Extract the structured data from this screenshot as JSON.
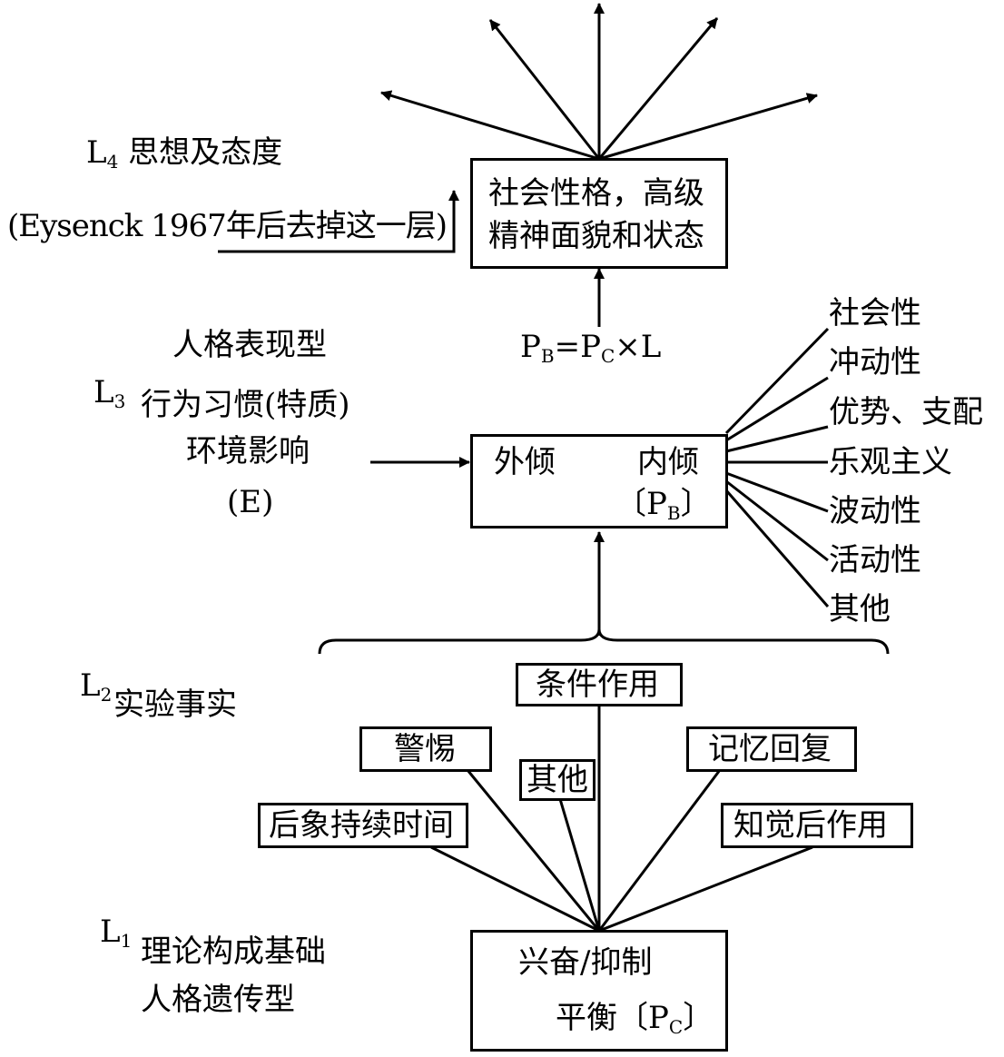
{
  "levels": {
    "l4": {
      "letter": "L",
      "sub": "4",
      "title": "思想及态度",
      "note": "(Eysenck 1967年后去掉这一层)"
    },
    "l3": {
      "letter": "L",
      "sub": "3",
      "line1": "人格表现型",
      "line2": "行为习惯(特质)",
      "line3": "环境影响",
      "line4": "(E)"
    },
    "l2": {
      "letter": "L",
      "sub": "2",
      "title": "实验事实"
    },
    "l1": {
      "letter": "L",
      "sub": "1",
      "line1": "理论构成基础",
      "line2": "人格遗传型"
    }
  },
  "top_box": {
    "line1": "社会性格，高级",
    "line2": "精神面貌和状态"
  },
  "formula": {
    "p1": "P",
    "s1": "B",
    "eq": "=P",
    "s2": "C",
    "rest": "×L"
  },
  "middle_box": {
    "left": "外倾",
    "right": "内倾",
    "pb_open": "〔P",
    "pb_sub": "B",
    "pb_close": "〕"
  },
  "traits": [
    "社会性",
    "冲动性",
    "优势、支配",
    "乐观主义",
    "波动性",
    "活动性",
    "其他"
  ],
  "experiments": {
    "conditioning": "条件作用",
    "vigilance": "警惕",
    "other": "其他",
    "memory": "记忆回复",
    "afterimage": "后象持续时间",
    "aftereffect": "知觉后作用"
  },
  "bottom_box": {
    "line1": "兴奋/抑制",
    "line2": "平衡〔P",
    "sub": "C",
    "close": "〕"
  }
}
